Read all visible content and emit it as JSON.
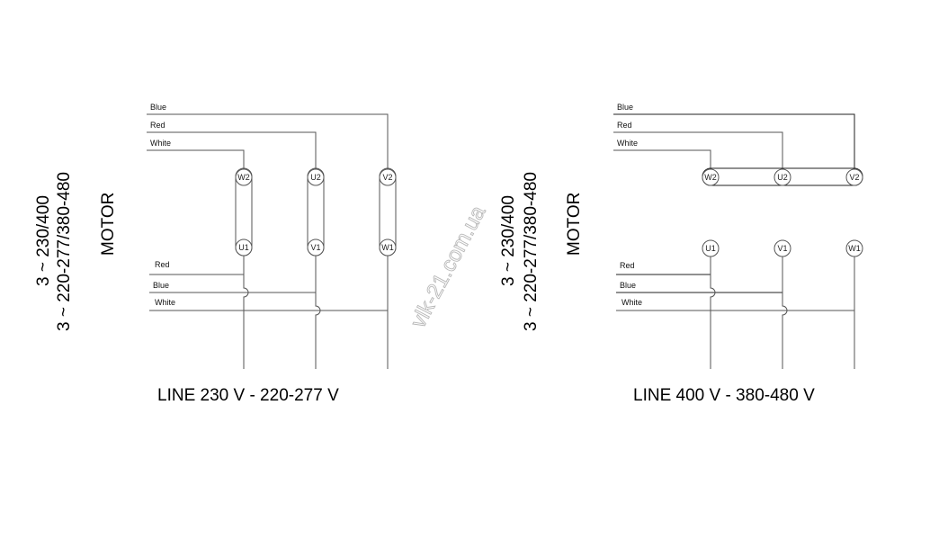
{
  "watermark": "vlk-21.com.ua",
  "panels": [
    {
      "id": "line-230",
      "voltage_label_1": "3 ~ 230/400",
      "voltage_label_2": "3 ~ 220-277/380-480",
      "motor_label": "MOTOR",
      "top_wires": [
        "Blue",
        "Red",
        "White"
      ],
      "bottom_wires": [
        "Red",
        "Blue",
        "White"
      ],
      "terminals_top": [
        "W2",
        "U2",
        "V2"
      ],
      "terminals_bottom": [
        "U1",
        "V1",
        "W1"
      ],
      "caption": "LINE 230 V  - 220-277 V"
    },
    {
      "id": "line-400",
      "voltage_label_1": "3 ~ 230/400",
      "voltage_label_2": "3 ~ 220-277/380-480",
      "motor_label": "MOTOR",
      "top_wires": [
        "Blue",
        "Red",
        "White"
      ],
      "bottom_wires": [
        "Red",
        "Blue",
        "White"
      ],
      "terminals_top": [
        "W2",
        "U2",
        "V2"
      ],
      "terminals_bottom": [
        "U1",
        "V1",
        "W1"
      ],
      "caption": "LINE 400 V  - 380-480 V"
    }
  ]
}
